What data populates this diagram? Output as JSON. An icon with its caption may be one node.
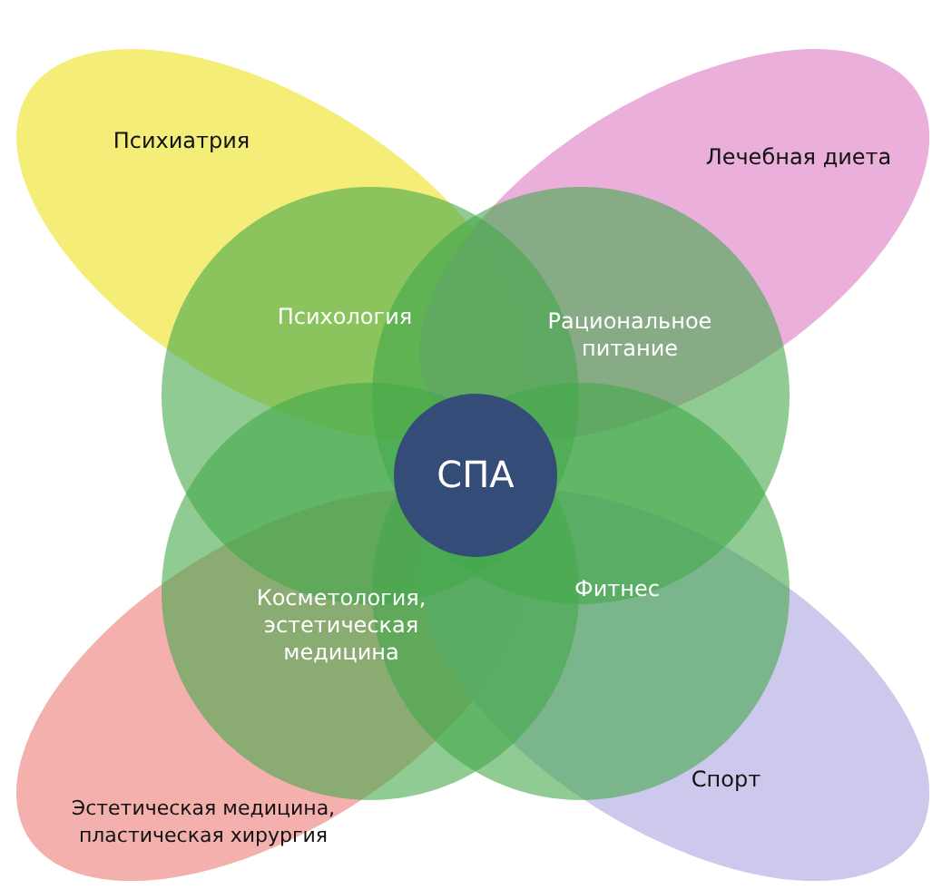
{
  "diagram": {
    "nodes": [
      {
        "text": [
          "Психиатрия"
        ]
      },
      {
        "text": [
          "Лечебная диета"
        ]
      },
      {
        "text": [
          "Психология"
        ]
      },
      {
        "text": [
          "Рациональное питание"
        ]
      },
      {
        "text": [
          "СПА"
        ]
      },
      {
        "text": [
          "Косметология, эстетическая медицина"
        ]
      },
      {
        "text": [
          "Фитнес"
        ]
      },
      {
        "text": [
          "Эстетическая медицина, пластическая хирургия"
        ]
      },
      {
        "text": [
          "Спорт"
        ]
      }
    ],
    "edges": []
  }
}
